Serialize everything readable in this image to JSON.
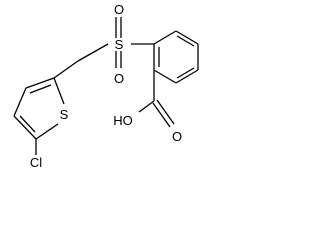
{
  "structure": {
    "atoms": {
      "sulfonyl_s": "S",
      "sulfonyl_o_left": "O",
      "sulfonyl_o_right": "O",
      "thiophene_s": "S",
      "chlorine": "Cl",
      "carboxyl_oh": "HO",
      "carboxyl_o": "O"
    }
  }
}
